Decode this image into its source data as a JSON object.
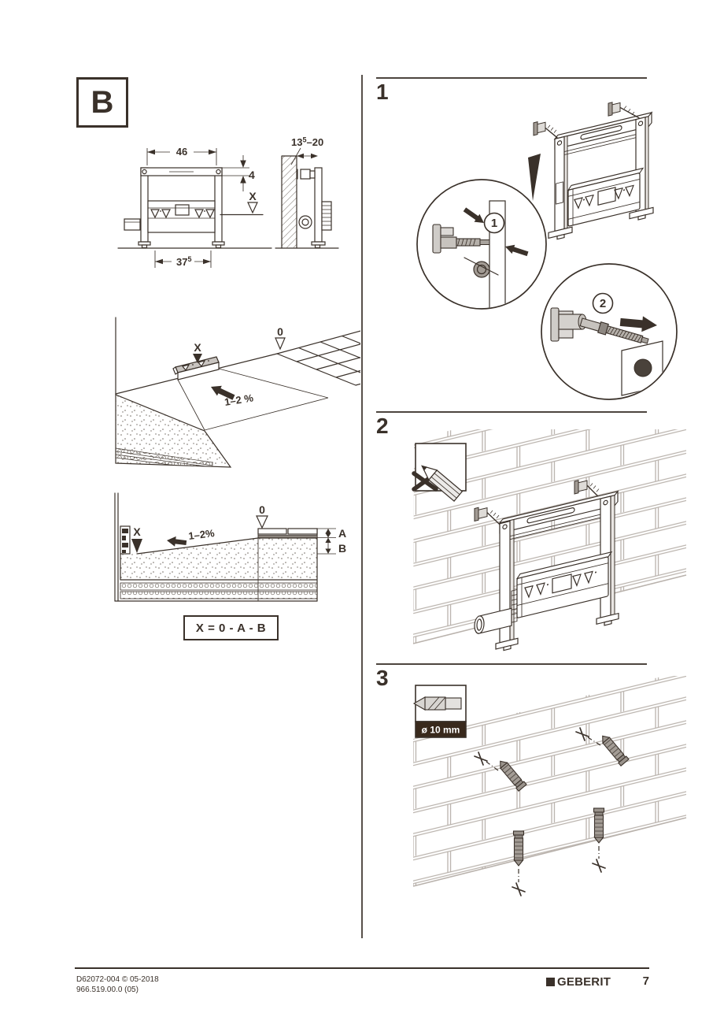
{
  "doc": {
    "section_label": "B"
  },
  "front_view": {
    "width_cc": "46",
    "bar_height": "4",
    "level_mark": "X",
    "foot_cc_main": "37",
    "foot_cc_sup": "5"
  },
  "side_view": {
    "dist_main": "13",
    "dist_sup": "5",
    "dist_rest": "–20"
  },
  "iso_view": {
    "zero_mark": "0",
    "level_mark": "X",
    "slope": "1–2 %"
  },
  "section_view": {
    "zero_mark": "0",
    "level_mark": "X",
    "slope": "1–2%",
    "dim_a": "A",
    "dim_b": "B",
    "formula": "X = 0 - A - B"
  },
  "steps": {
    "step1": {
      "number": "1",
      "callout1": "1",
      "callout2": "2"
    },
    "step2": {
      "number": "2"
    },
    "step3": {
      "number": "3",
      "drill_diameter": "ø 10 mm"
    }
  },
  "footer": {
    "doc_code": "D62072-004 © 05-2018",
    "article_code": "966.519.00.0 (05)",
    "brand": "GEBERIT",
    "page": "7"
  },
  "colors": {
    "ink": "#3a312a",
    "line_light": "#b9b2ac",
    "fill_light": "#dedbd7",
    "fill_mid": "#a29b94",
    "bar_dark": "#39291c"
  }
}
